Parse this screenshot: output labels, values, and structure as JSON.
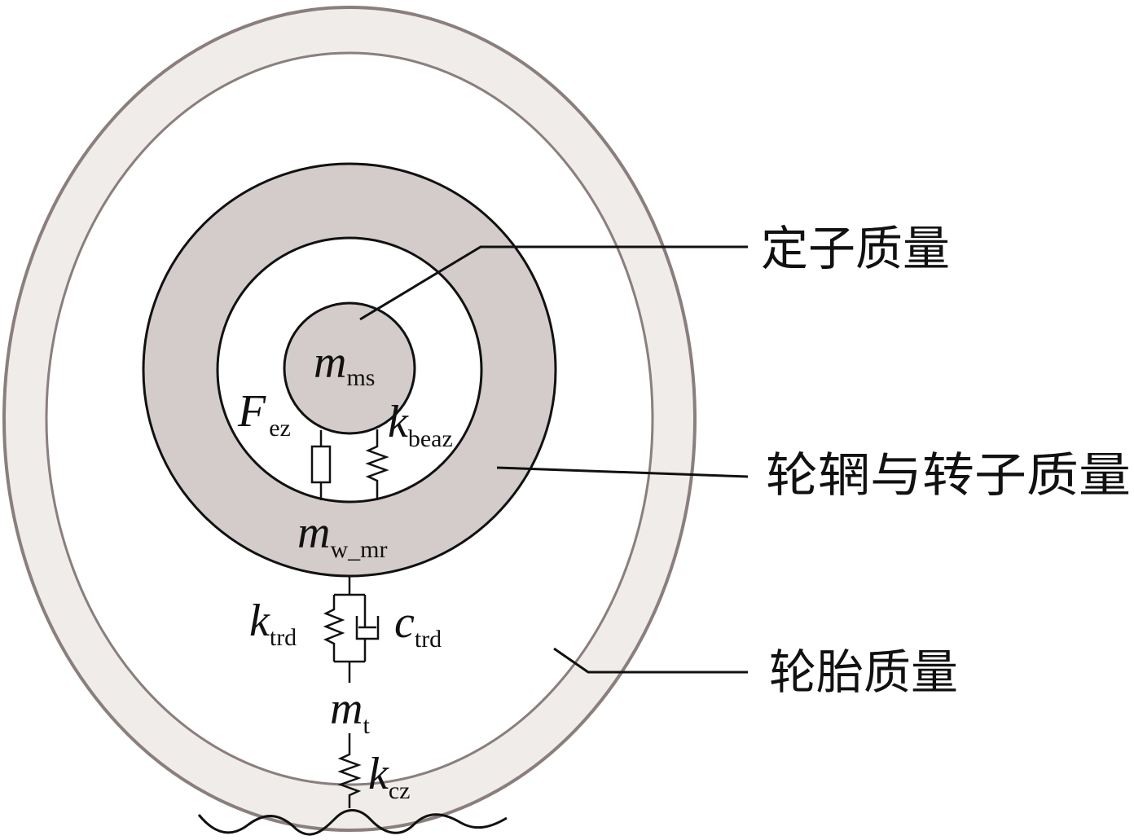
{
  "colors": {
    "tire_fill": "#f0ecea",
    "tire_stroke": "#8a7f7d",
    "rim_fill": "#d3cccb",
    "stator_fill": "#d3cccb",
    "line": "#111111"
  },
  "labels": {
    "stator_mass": "定子质量",
    "rim_rotor_mass": "轮辋与转子质量",
    "tire_mass": "轮胎质量"
  },
  "symbols": {
    "m_ms": {
      "main": "m",
      "sub": "ms"
    },
    "F_ez": {
      "main": "F",
      "sub": "ez"
    },
    "k_beaz": {
      "main": "k",
      "sub": "beaz"
    },
    "m_w_mr": {
      "main": "m",
      "sub": "w_mr"
    },
    "k_trd": {
      "main": "k",
      "sub": "trd"
    },
    "c_trd": {
      "main": "c",
      "sub": "trd"
    },
    "m_t": {
      "main": "m",
      "sub": "t"
    },
    "k_cz": {
      "main": "k",
      "sub": "cz"
    }
  }
}
